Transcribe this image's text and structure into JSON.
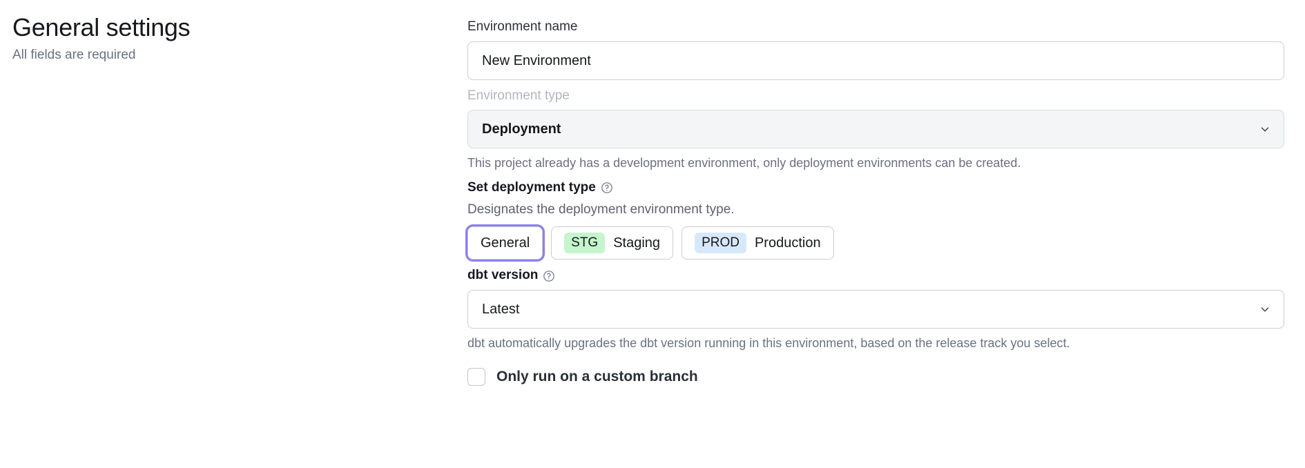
{
  "header": {
    "title": "General settings",
    "subtitle": "All fields are required"
  },
  "form": {
    "environment_name": {
      "label": "Environment name",
      "value": "New Environment",
      "placeholder": "Environment name"
    },
    "environment_type": {
      "label": "Environment type",
      "value": "Deployment",
      "helper": "This project already has a development environment, only deployment environments can be created.",
      "chevron_icon": "chevron-down-icon",
      "disabled": true
    },
    "deployment_type": {
      "label": "Set deployment type",
      "help_icon": "help-circle-icon",
      "description": "Designates the deployment environment type.",
      "options": [
        {
          "id": "general",
          "badge": "",
          "badge_color": "",
          "label": "General",
          "selected": true
        },
        {
          "id": "staging",
          "badge": "STG",
          "badge_color": "#c4f5cc",
          "label": "Staging",
          "selected": false
        },
        {
          "id": "production",
          "badge": "PROD",
          "badge_color": "#d8e8fb",
          "label": "Production",
          "selected": false
        }
      ]
    },
    "dbt_version": {
      "label": "dbt version",
      "help_icon": "help-circle-icon",
      "value": "Latest",
      "helper": "dbt automatically upgrades the dbt version running in this environment, based on the release track you select.",
      "chevron_icon": "chevron-down-icon"
    },
    "custom_branch": {
      "label": "Only run on a custom branch",
      "checked": false
    }
  },
  "colors": {
    "focus_ring": "#8b7ff0",
    "text_primary": "#16181d",
    "text_muted": "#6a7081",
    "border": "#c9ccd4",
    "disabled_bg": "#f4f5f6"
  }
}
